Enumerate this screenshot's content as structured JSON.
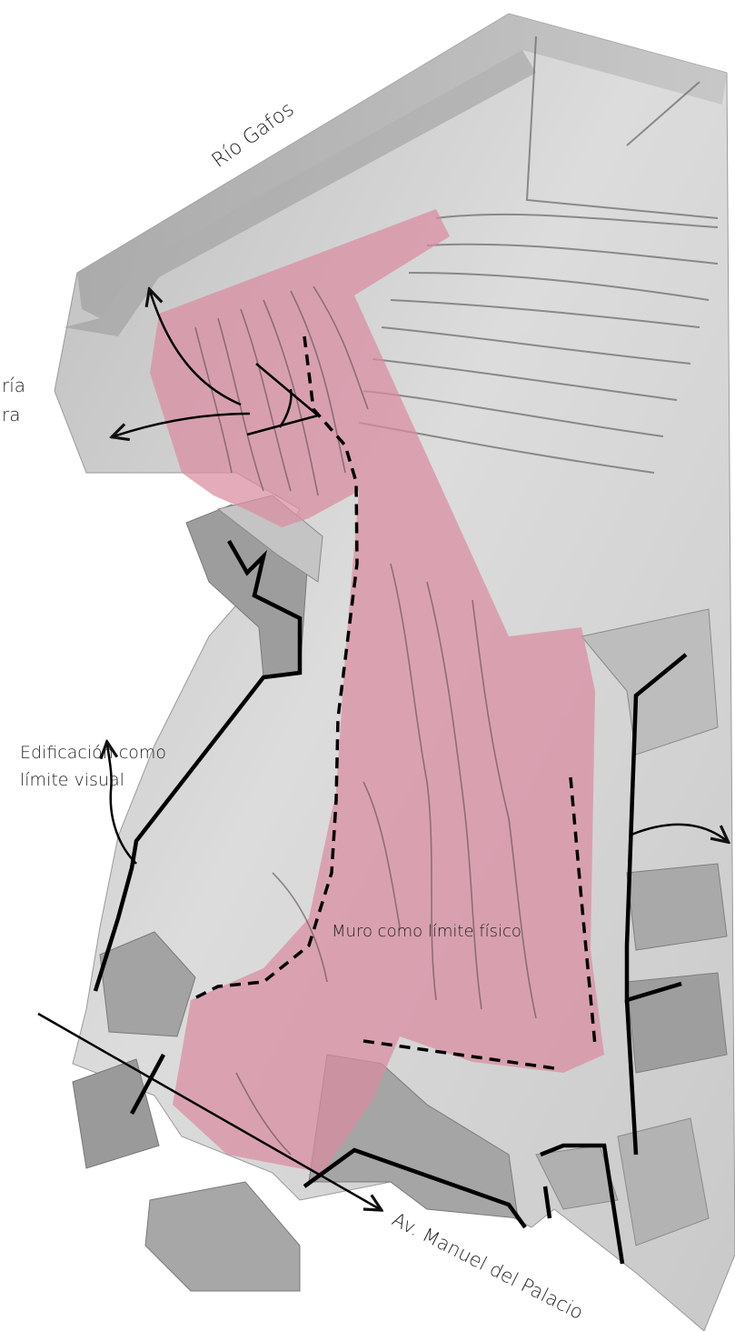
{
  "labels": {
    "river": "Río Gafos",
    "left_partial_line1": "ría",
    "left_partial_line2": "ra",
    "building_limit_line1": "Edificación como",
    "building_limit_line2": "límite visual",
    "wall_limit": "Muro como límite físico",
    "avenue": "Av. Manuel del Palacio"
  },
  "legend_styles": {
    "highlight_zone_color": "#d98ca1",
    "solid_limit_color": "#000000",
    "dashed_limit_color": "#000000",
    "terrain_color": "#d6d6d6"
  },
  "icons": [
    "arrow-icon",
    "curved-arrow-icon",
    "angle-mark-icon"
  ]
}
